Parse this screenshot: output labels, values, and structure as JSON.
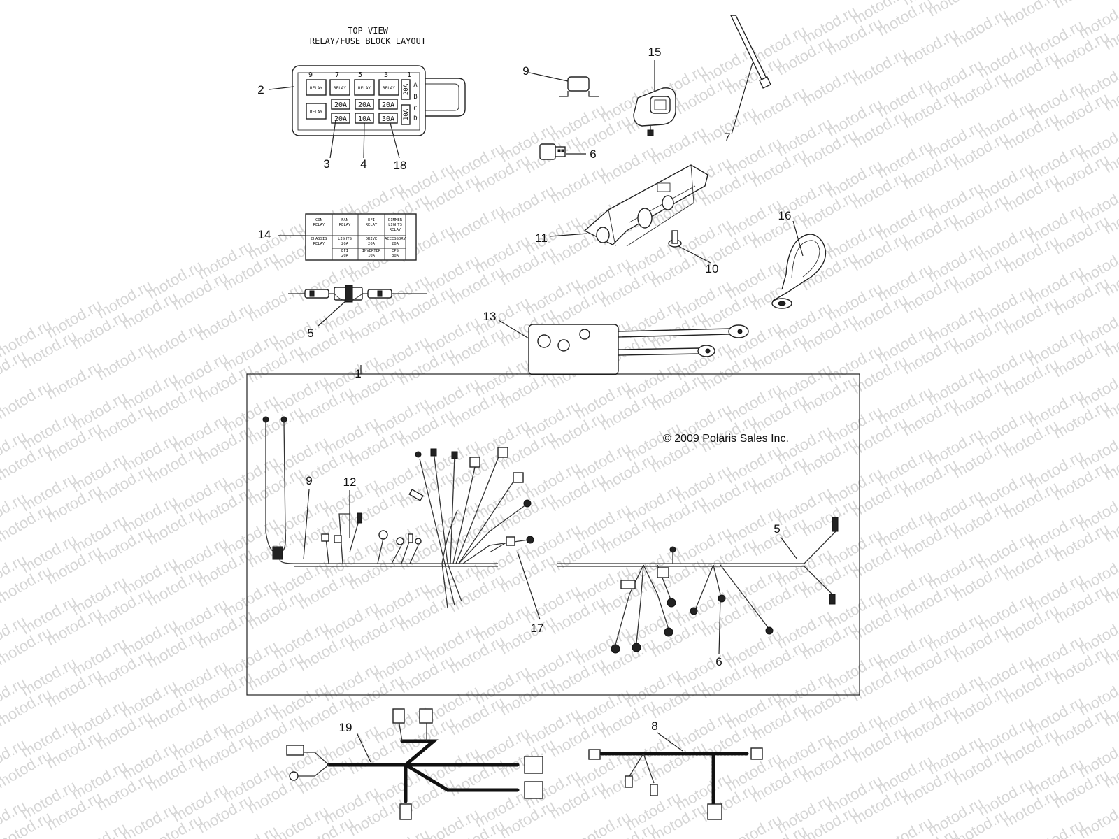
{
  "watermark": "motod.ru",
  "fuse_block": {
    "heading_line1": "TOP VIEW",
    "heading_line2": "RELAY/FUSE BLOCK LAYOUT",
    "column_numbers": [
      "9",
      "7",
      "5",
      "3",
      "1"
    ],
    "row_letters": [
      "A",
      "B",
      "C",
      "D"
    ],
    "relay_label": "RELAY",
    "fuse_ratings": {
      "a_side": "20A",
      "b_row": [
        "20A",
        "20A",
        "20A"
      ],
      "c_row": [
        "20A",
        "10A",
        "30A"
      ],
      "c_side": "10A"
    }
  },
  "decal": {
    "cells": [
      [
        "CON\nRELAY",
        "FAN\nRELAY",
        "EFI\nRELAY",
        "DIMMER\nLIGHTS\nRELAY"
      ],
      [
        "CHASSIS\nRELAY",
        "LIGHTS\n20A",
        "DRIVE\n20A",
        "ACCESSORY\n20A"
      ],
      [
        "",
        "EFI\n20A",
        "INVERTER\n10A",
        "EPS\n30A"
      ]
    ]
  },
  "copyright": "© 2009 Polaris Sales Inc.",
  "callouts": {
    "c1": "1",
    "c2": "2",
    "c3": "3",
    "c4": "4",
    "c18": "18",
    "c14": "14",
    "c5a": "5",
    "c9a": "9",
    "c15": "15",
    "c7": "7",
    "c6a": "6",
    "c11": "11",
    "c10": "10",
    "c16": "16",
    "c13": "13",
    "c9b": "9",
    "c12": "12",
    "c5b": "5",
    "c17": "17",
    "c6b": "6",
    "c19": "19",
    "c8": "8"
  }
}
